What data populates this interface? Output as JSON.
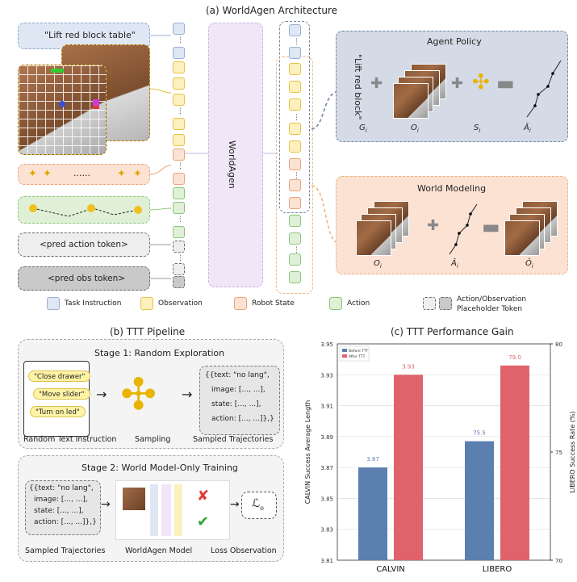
{
  "panel_a": {
    "title": "(a) WorldAgen Architecture",
    "instruction_text": "\"Lift red block table\"",
    "pred_action": "<pred action token>",
    "pred_obs": "<pred obs token>",
    "dots": "......",
    "ellipsis": "⋮",
    "model_label": "WorldAgen",
    "agent_policy": {
      "title": "Agent Policy",
      "vertical_text": "\"Lift red block\"",
      "g": "G",
      "o": "O",
      "s": "S",
      "a": "Â",
      "sub": "i"
    },
    "world_modeling": {
      "title": "World Modeling",
      "o": "O",
      "a": "Â",
      "o_hat": "Ô",
      "sub": "i"
    },
    "legend": [
      "Task Instruction",
      "Observation",
      "Robot State",
      "Action",
      "Action/Observation",
      "Placeholder Token"
    ]
  },
  "panel_b": {
    "title": "(b) TTT Pipeline",
    "stage1": "Stage 1: Random Exploration",
    "chips": [
      "\"Close drawer\"",
      "\"Move slider\"",
      "\"Turn on led\""
    ],
    "traj_lines": [
      "{{text: \"no lang\",",
      "image: [..., ...],",
      "state: [..., ...],",
      "action: [..., ...]},}"
    ],
    "labels1": [
      "Random Text Instruction",
      "Sampling",
      "Sampled Trajectories"
    ],
    "stage2": "Stage 2: World Model-Only Training",
    "labels2": [
      "Sampled Trajectories",
      "WorldAgen Model",
      "Loss Observation"
    ],
    "loss": "ℒ",
    "loss_sub": "o"
  },
  "chart_data": {
    "type": "bar",
    "title": "(c) TTT Performance Gain",
    "categories": [
      "CALVIN",
      "LIBERO"
    ],
    "series": [
      {
        "name": "Before TTT",
        "axis": "left",
        "color": "#5b7fae",
        "values": [
          3.87,
          75.5
        ],
        "labels": [
          "3.87",
          "75.5"
        ]
      },
      {
        "name": "After TTT",
        "axis": "right",
        "color": "#e0636b",
        "values": [
          3.93,
          79.0
        ],
        "labels": [
          "3.93",
          "79.0"
        ]
      }
    ],
    "ylabel_left": "CALVIN Success Average Length",
    "ylabel_right": "LIBERO Success Rate (%)",
    "ylim_left": [
      3.81,
      3.95
    ],
    "yticks_left": [
      "3.81",
      "3.83",
      "3.85",
      "3.87",
      "3.89",
      "3.91",
      "3.93",
      "3.95"
    ],
    "ylim_right": [
      70,
      80
    ],
    "yticks_right": [
      "70",
      "75",
      "80"
    ],
    "grid": true,
    "legend": "top-left"
  }
}
